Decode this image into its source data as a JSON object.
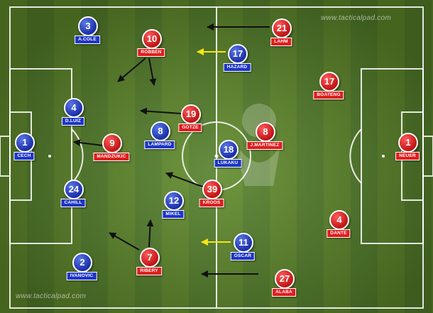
{
  "watermark": {
    "top": "www.tacticalpad.com",
    "bottom": "www.tacticalpad.com"
  },
  "colors": {
    "blue_team": "#1d35c8",
    "red_team": "#e01d1d",
    "arrow_dark": "#111111",
    "arrow_yellow": "#f5e613"
  },
  "blue_team": [
    {
      "number": "1",
      "name": "CECH"
    },
    {
      "number": "2",
      "name": "IVANOVIC"
    },
    {
      "number": "3",
      "name": "A.COLE"
    },
    {
      "number": "4",
      "name": "D.LUIZ"
    },
    {
      "number": "24",
      "name": "CAHILL"
    },
    {
      "number": "8",
      "name": "LAMPARD"
    },
    {
      "number": "12",
      "name": "MIKEL"
    },
    {
      "number": "17",
      "name": "HAZARD"
    },
    {
      "number": "18",
      "name": "LUKAKU"
    },
    {
      "number": "11",
      "name": "OSCAR"
    }
  ],
  "red_team": [
    {
      "number": "1",
      "name": "NEUER"
    },
    {
      "number": "21",
      "name": "LAHM"
    },
    {
      "number": "17",
      "name": "BOATENG"
    },
    {
      "number": "4",
      "name": "DANTE"
    },
    {
      "number": "27",
      "name": "ALABA"
    },
    {
      "number": "8",
      "name": "J.MARTINEZ"
    },
    {
      "number": "39",
      "name": "KROOS"
    },
    {
      "number": "10",
      "name": "ROBBEN"
    },
    {
      "number": "19",
      "name": "GOTZE"
    },
    {
      "number": "7",
      "name": "RIBERY"
    },
    {
      "number": "9",
      "name": "MANDZUKIC"
    }
  ]
}
